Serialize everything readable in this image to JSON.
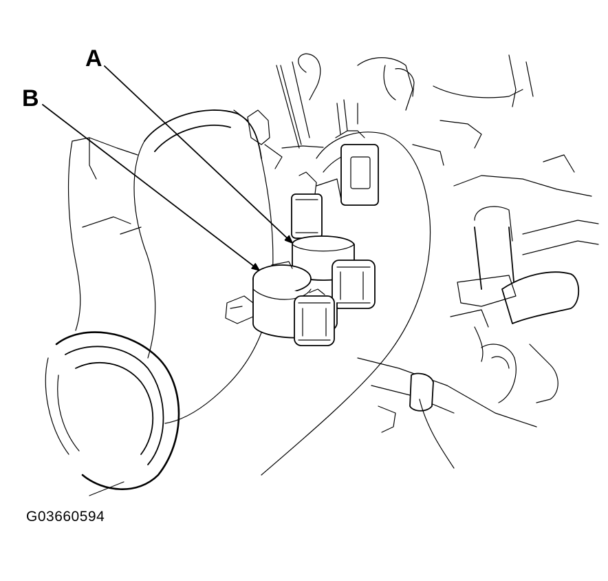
{
  "callouts": {
    "a": "A",
    "b": "B"
  },
  "figure_id": "G03660594"
}
